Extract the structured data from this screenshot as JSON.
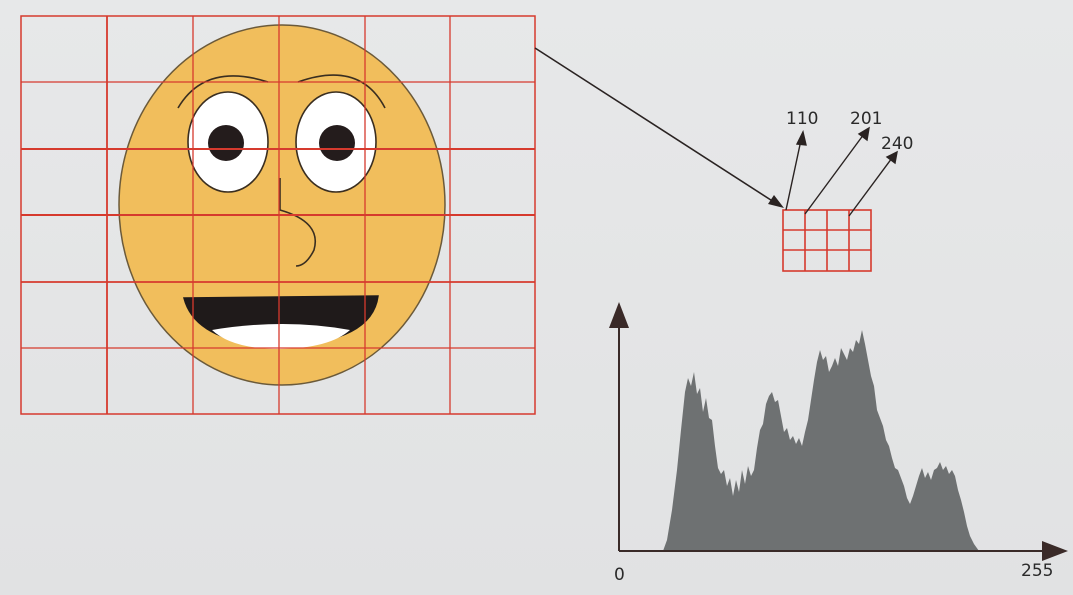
{
  "pixel_values": [
    "110",
    "201",
    "240"
  ],
  "histogram": {
    "x_axis_min_label": "0",
    "x_axis_max_label": "255"
  },
  "colors": {
    "grid_red": "#d63a2e",
    "face_yellow": "#f1be5c",
    "face_outline": "#6b5a3a",
    "histogram_fill": "#6e7172",
    "axis": "#3a2a28"
  }
}
